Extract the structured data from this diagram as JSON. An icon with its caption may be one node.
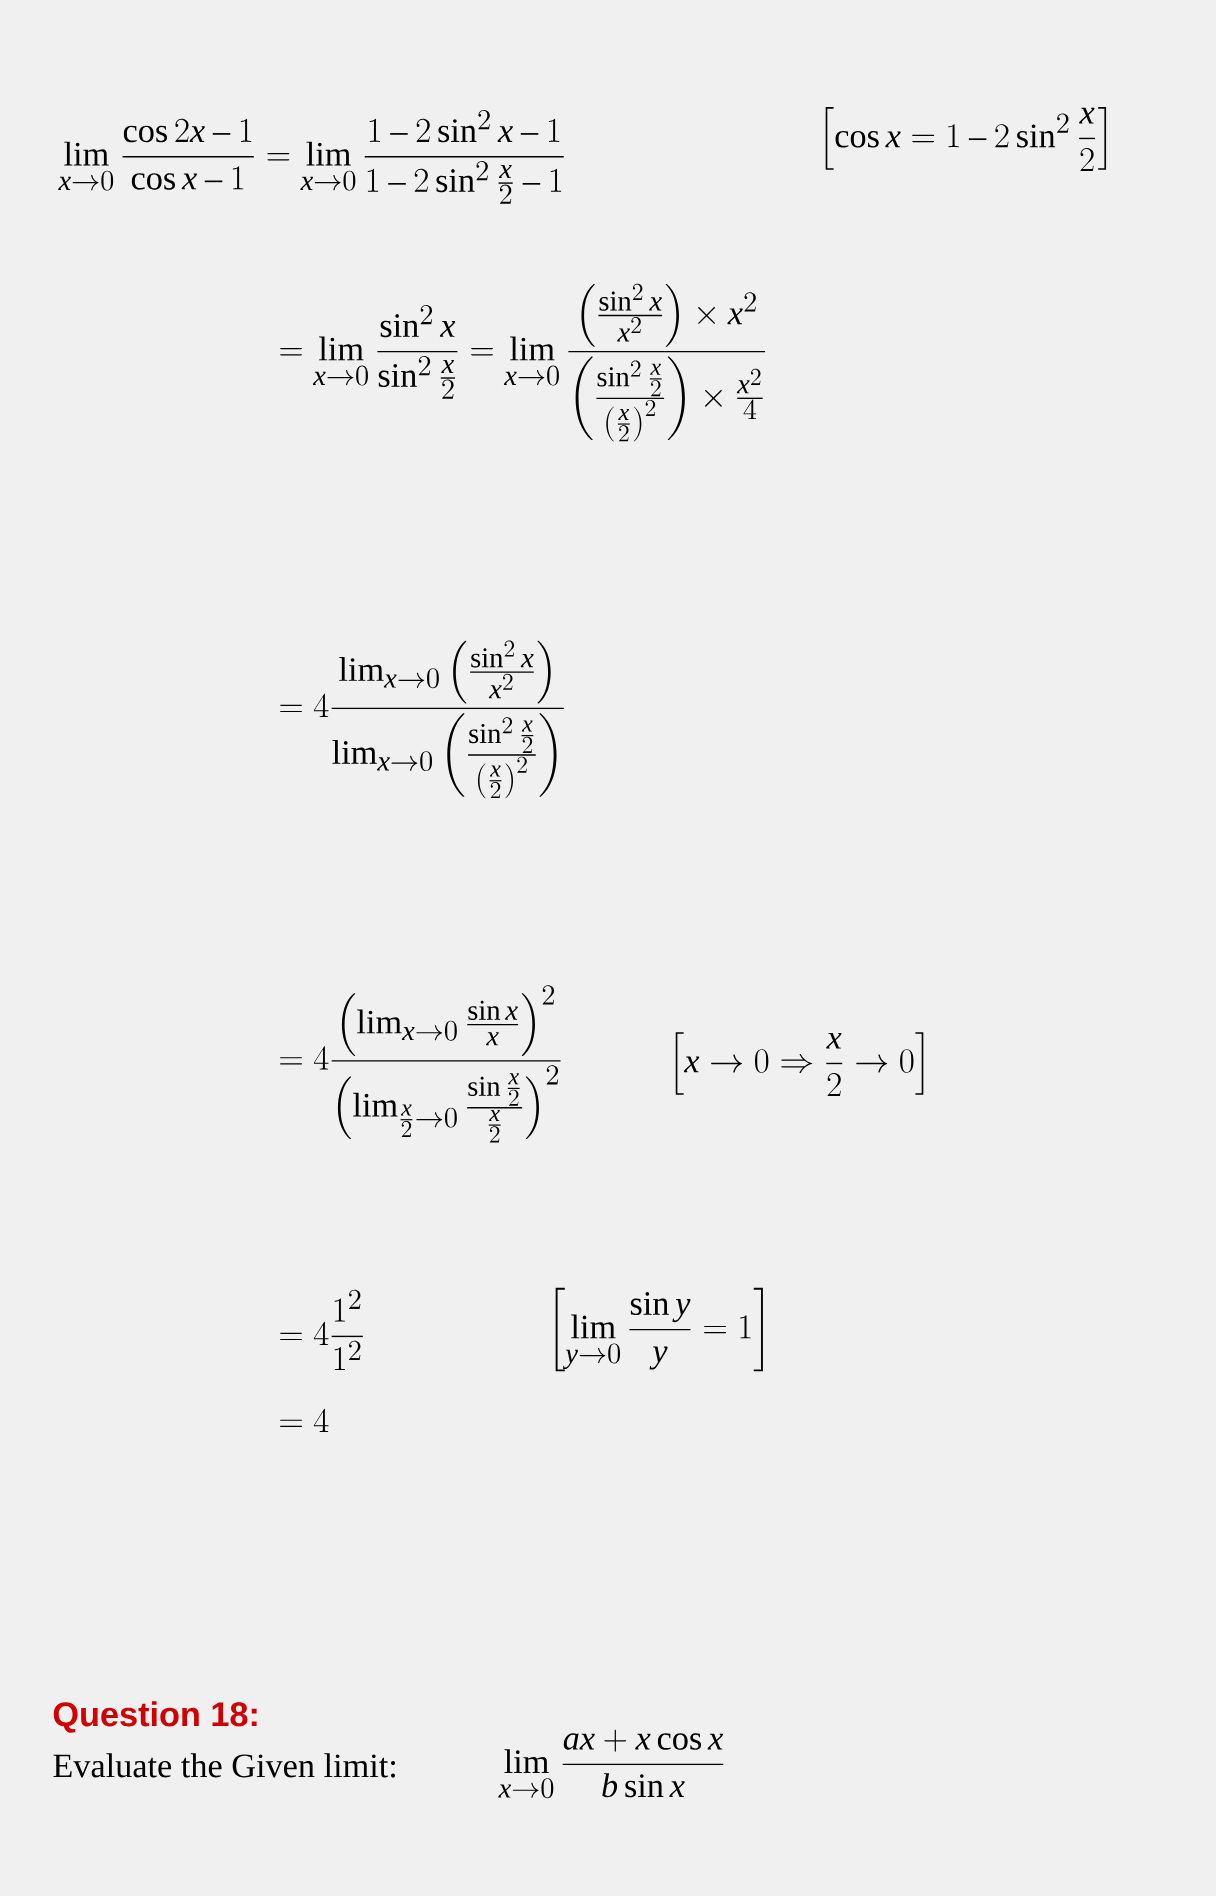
{
  "diagram": {
    "labels": [
      "\\lim_{x\\to 0}\\frac{\\cos 2x-1}{\\cos x-1}=\\lim_{x\\to 0}\\frac{1-2\\sin^2 x-1}{1-2\\sin^2\\frac{x}{2}-1}",
      "\\left[\\cos x=1-2\\sin^2\\frac{x}{2}\\right]",
      "=\\lim_{x\\to 0}\\frac{\\sin^2 x}{\\sin^2\\frac{x}{2}}=\\lim_{x\\to 0}\\frac{\\left(\\frac{\\sin^2 x}{x^2}\\right)\\times x^2}{\\left(\\frac{\\sin^2\\frac{x}{2}}{\\left(\\frac{x}{2}\\right)^2}\\right)\\times\\frac{x^2}{4}}",
      "=4\\frac{\\lim_{x\\to 0}\\left(\\frac{\\sin^2 x}{x^2}\\right)}{\\lim_{x\\to 0}\\left(\\frac{\\sin^2\\frac{x}{2}}{\\left(\\frac{x}{2}\\right)^2}\\right)}",
      "=4\\frac{\\left(\\lim_{x\\to 0}\\frac{\\sin x}{x}\\right)^2}{\\left(\\lim_{\\frac{x}{2}\\to 0}\\frac{\\sin\\frac{x}{2}}{\\frac{x}{2}}\\right)^2}",
      "\\left[x\\to 0\\Rightarrow\\frac{x}{2}\\to 0\\right]",
      "=4\\frac{1^2}{1^2}",
      "\\left[\\lim_{y\\to 0}\\frac{\\sin y}{y}=1\\right]",
      "=4",
      "Question 18:",
      "Evaluate the Given limit:",
      "\\lim_{x\\to 0}\\frac{ax+x\\cos x}{b\\sin x}"
    ]
  }
}
